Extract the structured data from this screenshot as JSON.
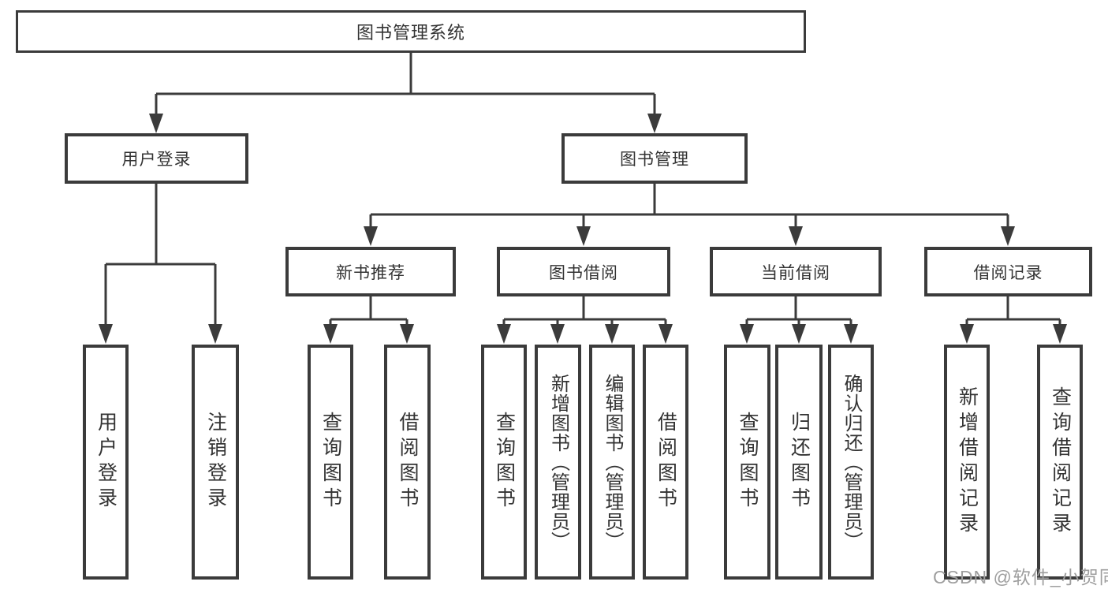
{
  "colors": {
    "line": "#3b3b3b",
    "box_border": "#3b3b3b",
    "text": "#333333",
    "watermark": "#9e9e9e",
    "background": "#ffffff"
  },
  "watermark": "CSDN @软件_小贺同学",
  "tree": {
    "root": {
      "label": "图书管理系统",
      "children": [
        {
          "label": "用户登录",
          "children": [
            {
              "label": "用户登录"
            },
            {
              "label": "注销登录"
            }
          ]
        },
        {
          "label": "图书管理",
          "children": [
            {
              "label": "新书推荐",
              "children": [
                {
                  "label": "查询图书"
                },
                {
                  "label": "借阅图书"
                }
              ]
            },
            {
              "label": "图书借阅",
              "children": [
                {
                  "label": "查询图书"
                },
                {
                  "label": "新增图书（管理员）"
                },
                {
                  "label": "编辑图书（管理员）"
                },
                {
                  "label": "借阅图书"
                }
              ]
            },
            {
              "label": "当前借阅",
              "children": [
                {
                  "label": "查询图书"
                },
                {
                  "label": "归还图书"
                },
                {
                  "label": "确认归还（管理员）"
                }
              ]
            },
            {
              "label": "借阅记录",
              "children": [
                {
                  "label": "新增借阅记录"
                },
                {
                  "label": "查询借阅记录"
                }
              ]
            }
          ]
        }
      ]
    }
  }
}
